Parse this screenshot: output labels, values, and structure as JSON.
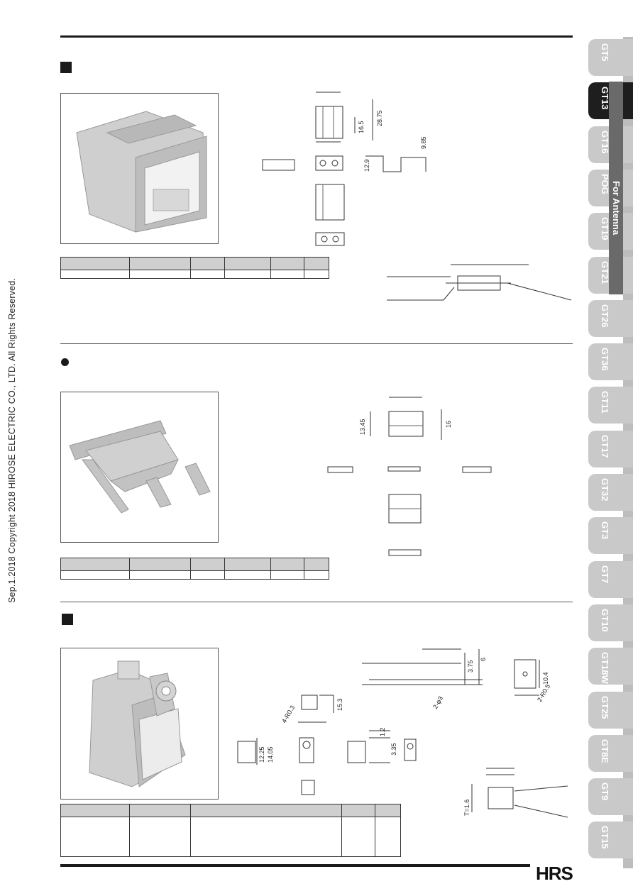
{
  "copyright": "Sep.1.2018  Copyright 2018 HIROSE ELECTRIC CO., LTD. All Rights Reserved.",
  "side_tabs": [
    "GT5",
    "GT13",
    "GT16",
    "POG",
    "GT19",
    "GT21",
    "GT26",
    "GT36",
    "GT11",
    "GT17",
    "GT32",
    "GT3",
    "GT7",
    "GT10",
    "GT18W",
    "GT25",
    "GT8E",
    "GT9",
    "GT15"
  ],
  "active_tab": "GT13",
  "category_label": "For Antenna",
  "logo": "HRS",
  "section1": {
    "dims": {
      "d1": "16.5",
      "d2": "28.75",
      "d3": "9.85",
      "d4": "12.9"
    }
  },
  "section2": {
    "dims": {
      "d1": "13.45",
      "d2": "16"
    }
  },
  "section3": {
    "dims": {
      "d1": "3.75",
      "d2": "6",
      "d3": "10.4",
      "d4": "2-R0.5",
      "d5": "2-φ3",
      "d6": "4-R0.3",
      "d7": "15.3",
      "d8": "12.25",
      "d9": "14.05",
      "d10": "1.2",
      "d11": "3.35",
      "d12": "T=1.6"
    }
  }
}
